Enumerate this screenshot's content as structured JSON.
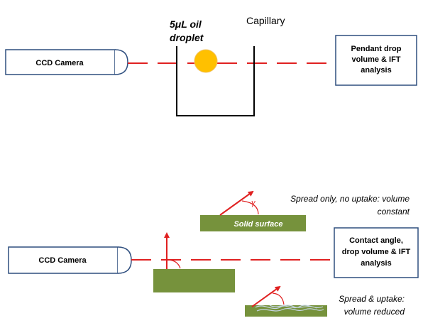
{
  "top": {
    "camera_label": "CCD Camera",
    "droplet_label_prefix": "5",
    "droplet_label_mu": "μ",
    "droplet_label_suffix": "L oil",
    "droplet_label_line2": "droplet",
    "capillary_label": "Capillary",
    "output_box_lines": [
      "Pendant drop",
      "volume & IFT",
      "analysis"
    ]
  },
  "bottom": {
    "camera_label": "CCD Camera",
    "output_box_lines": [
      "Contact angle,",
      "drop volume & IFT",
      "analysis"
    ],
    "solid_surface_label": "Solid surface",
    "angle_symbol": "γ",
    "note_spread_only": [
      "Spread only, no uptake: volume",
      "constant"
    ],
    "note_spread_uptake": [
      "Spread & uptake:",
      "volume reduced"
    ]
  },
  "colors": {
    "box_border": "#2f4f7f",
    "beam": "#e02020",
    "arrow": "#e02020",
    "droplet": "#ffc000",
    "surface": "#76923c",
    "fibers": "#c7d6e4"
  }
}
